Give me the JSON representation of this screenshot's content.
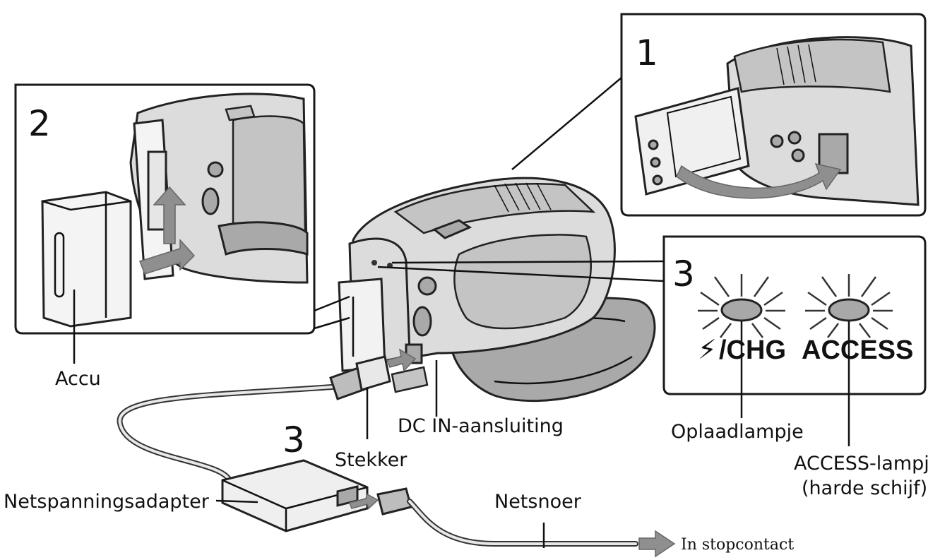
{
  "steps": {
    "step1": "1",
    "step2": "2",
    "step3_panel": "3",
    "step3_cord": "3"
  },
  "labels": {
    "accu": "Accu",
    "dc_in": "DC IN-aansluiting",
    "stekker": "Stekker",
    "adapter": "Netspanningsadapter",
    "netsnoer": "Netsnoer",
    "stopcontact": "In stopcontact",
    "oplaadlampje": "Oplaadlampje",
    "access_lampje": "ACCESS-lampje",
    "harde_schijf": "(harde schijf)"
  },
  "lamps": {
    "chg_text": "/CHG",
    "chg_symbol": "⚡",
    "access_text": "ACCESS"
  },
  "colors": {
    "outline": "#1a1a1a",
    "body_light": "#dcdcdc",
    "body_dark": "#a9a9a9",
    "arrow_gray": "#8f8f8f"
  }
}
